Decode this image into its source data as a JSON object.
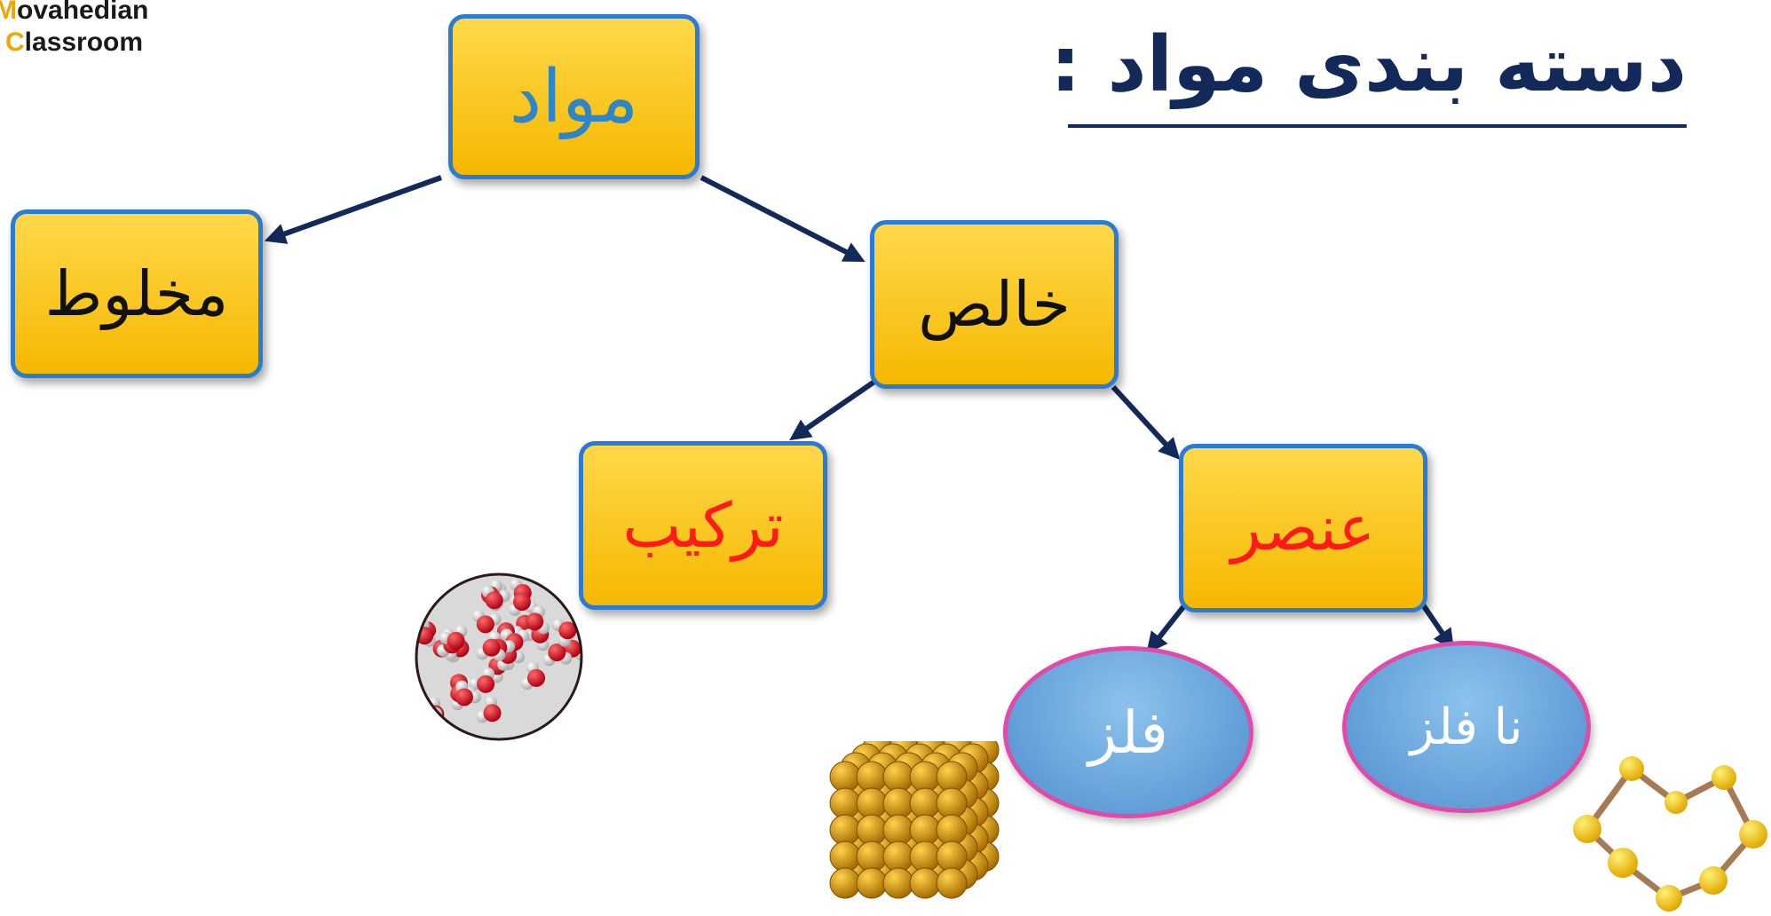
{
  "brand": {
    "line1_first": "M",
    "line1_rest": "ovahedian",
    "line2_first": "C",
    "line2_rest": "lassroom"
  },
  "title": "دسته بندی مواد :",
  "nodes": {
    "mavad": "مواد",
    "makhlut": "مخلوط",
    "khales": "خالص",
    "tarkib": "ترکیب",
    "onsor": "عنصر",
    "felez": "فلز",
    "nafelez": "نا فلز"
  },
  "colors": {
    "box_fill": "#f5b800",
    "box_border": "#2a7bd1",
    "oval_fill": "#5b9ad6",
    "oval_border": "#e04aa8",
    "arrow": "#12295a",
    "title": "#12295a"
  },
  "icons": {
    "compound": "water-molecules-sphere",
    "metal": "metal-atom-lattice",
    "nonmetal": "sulfur-ring-molecule"
  }
}
